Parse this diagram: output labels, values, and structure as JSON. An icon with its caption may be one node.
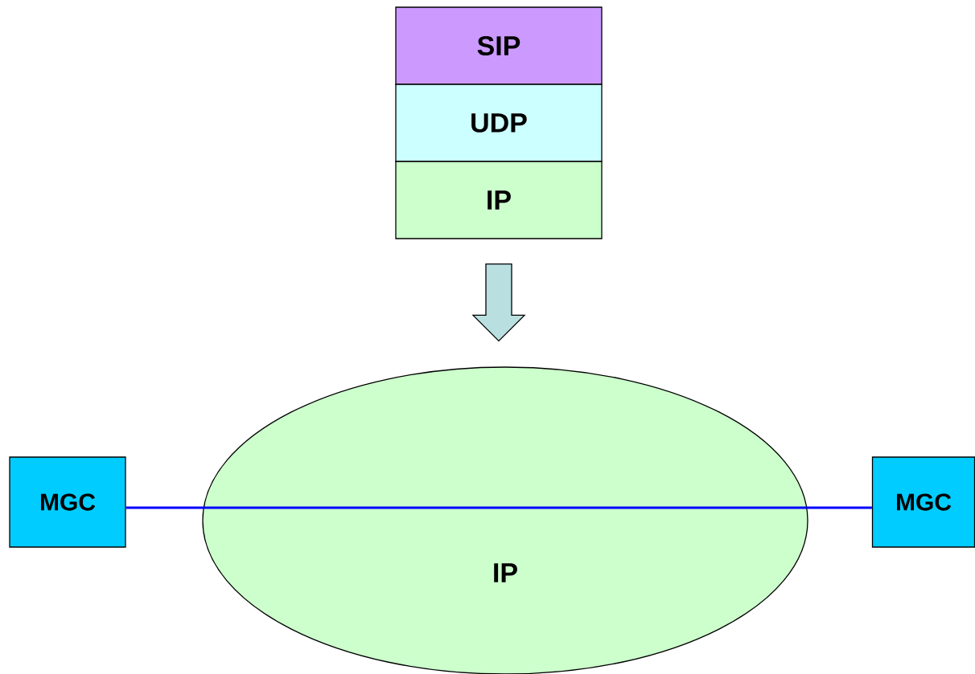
{
  "diagram": {
    "nodes": [
      {
        "text": [
          "SIP"
        ]
      },
      {
        "text": [
          "UDP"
        ]
      },
      {
        "text": [
          "IP"
        ]
      },
      {
        "text": [
          "IP"
        ]
      },
      {
        "text": [
          "MGC"
        ]
      },
      {
        "text": [
          "MGC"
        ]
      }
    ],
    "edges": [
      {
        "from": 2,
        "to": 3,
        "arrow": "to",
        "style": "thick",
        "color": "#b9dfe0"
      },
      {
        "from": 4,
        "to": 3,
        "arrow": "none",
        "color": "#0000ff"
      },
      {
        "from": 3,
        "to": 5,
        "arrow": "none",
        "color": "#0000ff"
      }
    ]
  }
}
